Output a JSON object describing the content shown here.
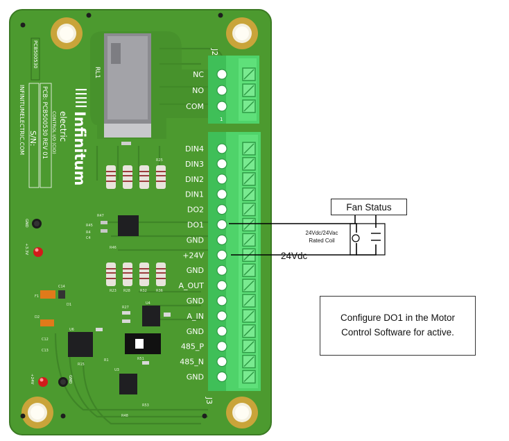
{
  "board": {
    "j2_terminals": [
      "NC",
      "NO",
      "COM"
    ],
    "j2_ref": "J2",
    "j2_pin1": "1",
    "j3_terminals": [
      "DIN4",
      "DIN3",
      "DIN2",
      "DIN1",
      "DO2",
      "DO1",
      "GND",
      "+24V",
      "GND",
      "A_OUT",
      "GND",
      "A_IN",
      "GND",
      "485_P",
      "485_N",
      "GND"
    ],
    "j3_ref": "J3",
    "relay_ref": "RL1",
    "brand_name": "Infinitum",
    "brand_sub": "electric",
    "product_line": "CONTROL I/O (CIO)",
    "pcb_text": "PCB:  PCB500530   REV 01",
    "sn_text": "S/N:",
    "website": "INFINITUMELECTRIC.COM",
    "serial_code": "PCB500530",
    "led_labels": [
      "GND",
      "+3.3V",
      "+24V",
      "GND"
    ],
    "component_refs": [
      "R47",
      "R45",
      "R4",
      "C4",
      "R46",
      "R23",
      "R27",
      "R28",
      "R32",
      "R36",
      "R25",
      "U4",
      "U6",
      "C12",
      "C13",
      "C14",
      "F1",
      "D1",
      "D2",
      "R15",
      "R51",
      "R53",
      "R48",
      "U3",
      "R1"
    ]
  },
  "annotations": {
    "fan_status": "Fan Status",
    "coil_line1": "24Vdc/24Vac",
    "coil_line2": "Rated Coil",
    "supply_label": "24Vdc",
    "note": "Configure DO1 in the Motor Control Software for active."
  },
  "colors": {
    "pcb": "#4c9a2f",
    "pcb_dark": "#3d7f25",
    "terminal": "#4fd36a",
    "pad": "#d9b43a",
    "wire": "#000000"
  }
}
